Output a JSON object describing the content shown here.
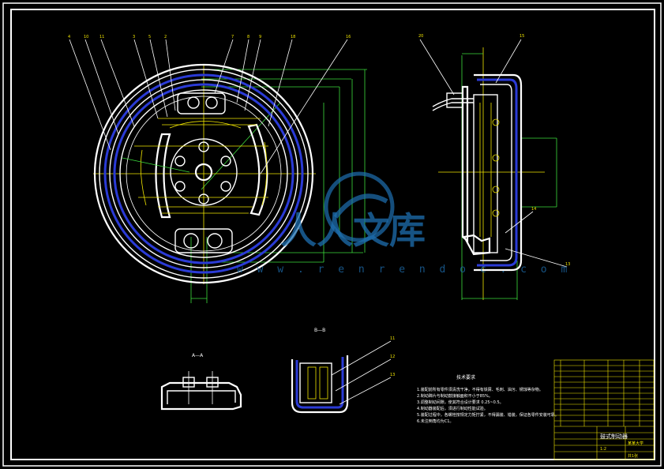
{
  "drawing": {
    "section_label_a": "A—A",
    "section_label_b": "B—B",
    "tech_notes_title": "技术要求",
    "tech_notes": [
      "1.装配前所有零件须清洗干净，不得有铁屑、毛刺、油污、锈蚀等杂物。",
      "2.制动蹄片与制动鼓接触面积不小于85%。",
      "3.调整制动间隙，使其符合设计要求 0.25~0.5。",
      "4.制动器装配后，须进行制动性能试验。",
      "5.装配过程中，各螺栓按规定力矩拧紧，不得漏装、错装，保证各零件安装可靠。",
      "6.未注倒角均为C1。"
    ],
    "watermark_text": "人人文库",
    "watermark_url": "w w w . r e n r e n d o c . c o m",
    "title_block": {
      "drawing_title": "鼓式制动器",
      "school": "某某大学",
      "scale_label": "1:2",
      "sheet_label": "共1张"
    }
  }
}
